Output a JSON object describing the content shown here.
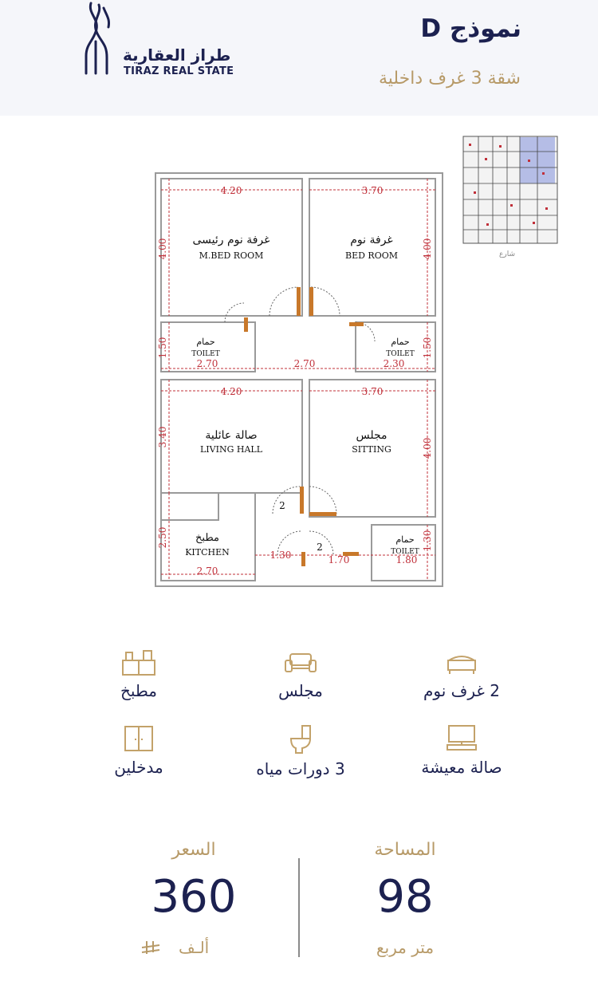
{
  "brand": {
    "name_ar": "طراز العقارية",
    "name_en": "TIRAZ REAL STATE"
  },
  "model": {
    "title": "نموذج D",
    "subtitle": "شقة 3 غرف داخلية"
  },
  "plan": {
    "rooms": [
      {
        "ar": "غرفة نوم رئيسى",
        "en": "M.BED ROOM"
      },
      {
        "ar": "غرفة نوم",
        "en": "BED ROOM"
      },
      {
        "ar": "حمام",
        "en": "TOILET"
      },
      {
        "ar": "حمام",
        "en": "TOILET"
      },
      {
        "ar": "صالة عائلية",
        "en": "LIVING HALL"
      },
      {
        "ar": "مجلس",
        "en": "SITTING"
      },
      {
        "ar": "مطبخ",
        "en": "KITCHEN"
      },
      {
        "ar": "حمام",
        "en": "TOILET"
      }
    ],
    "dims": {
      "top_left_w": "4.20",
      "top_right_w": "3.70",
      "left_h": "4.00",
      "right_h": "4.00",
      "toilet_left_h": "1.50",
      "toilet_right_h": "1.50",
      "toilet_left_w": "2.70",
      "corridor_w": "2.70",
      "toilet_right_w": "2.30",
      "living_w": "4.20",
      "sitting_w": "3.70",
      "living_h": "3.40",
      "sitting_h": "4.00",
      "kitchen_h": "2.50",
      "toilet3_h": "1.30",
      "entry1_w": "1.30",
      "entry2_w": "1.70",
      "toilet3_w": "1.80",
      "kitchen_w": "2.70",
      "door_num_1": "2",
      "door_num_2": "2"
    },
    "street_label": "شارع"
  },
  "features": [
    {
      "label": "2 غرف نوم",
      "icon": "bed-icon"
    },
    {
      "label": "مجلس",
      "icon": "sofa-icon"
    },
    {
      "label": "مطبخ",
      "icon": "kitchen-icon"
    },
    {
      "label": "صالة معيشة",
      "icon": "tv-icon"
    },
    {
      "label": "3 دورات مياه",
      "icon": "toilet-icon"
    },
    {
      "label": "مدخلين",
      "icon": "door-icon"
    }
  ],
  "stats": {
    "area_label": "المساحة",
    "area_value": "98",
    "area_unit": "متر مربع",
    "price_label": "السعر",
    "price_value": "360",
    "price_unit": "ألـف",
    "currency_icon": "riyal-icon"
  },
  "colors": {
    "navy": "#1c2150",
    "gold": "#b79a68",
    "wall": "#9a9a9a",
    "dimension": "#c0303a",
    "door": "#c8782a"
  }
}
